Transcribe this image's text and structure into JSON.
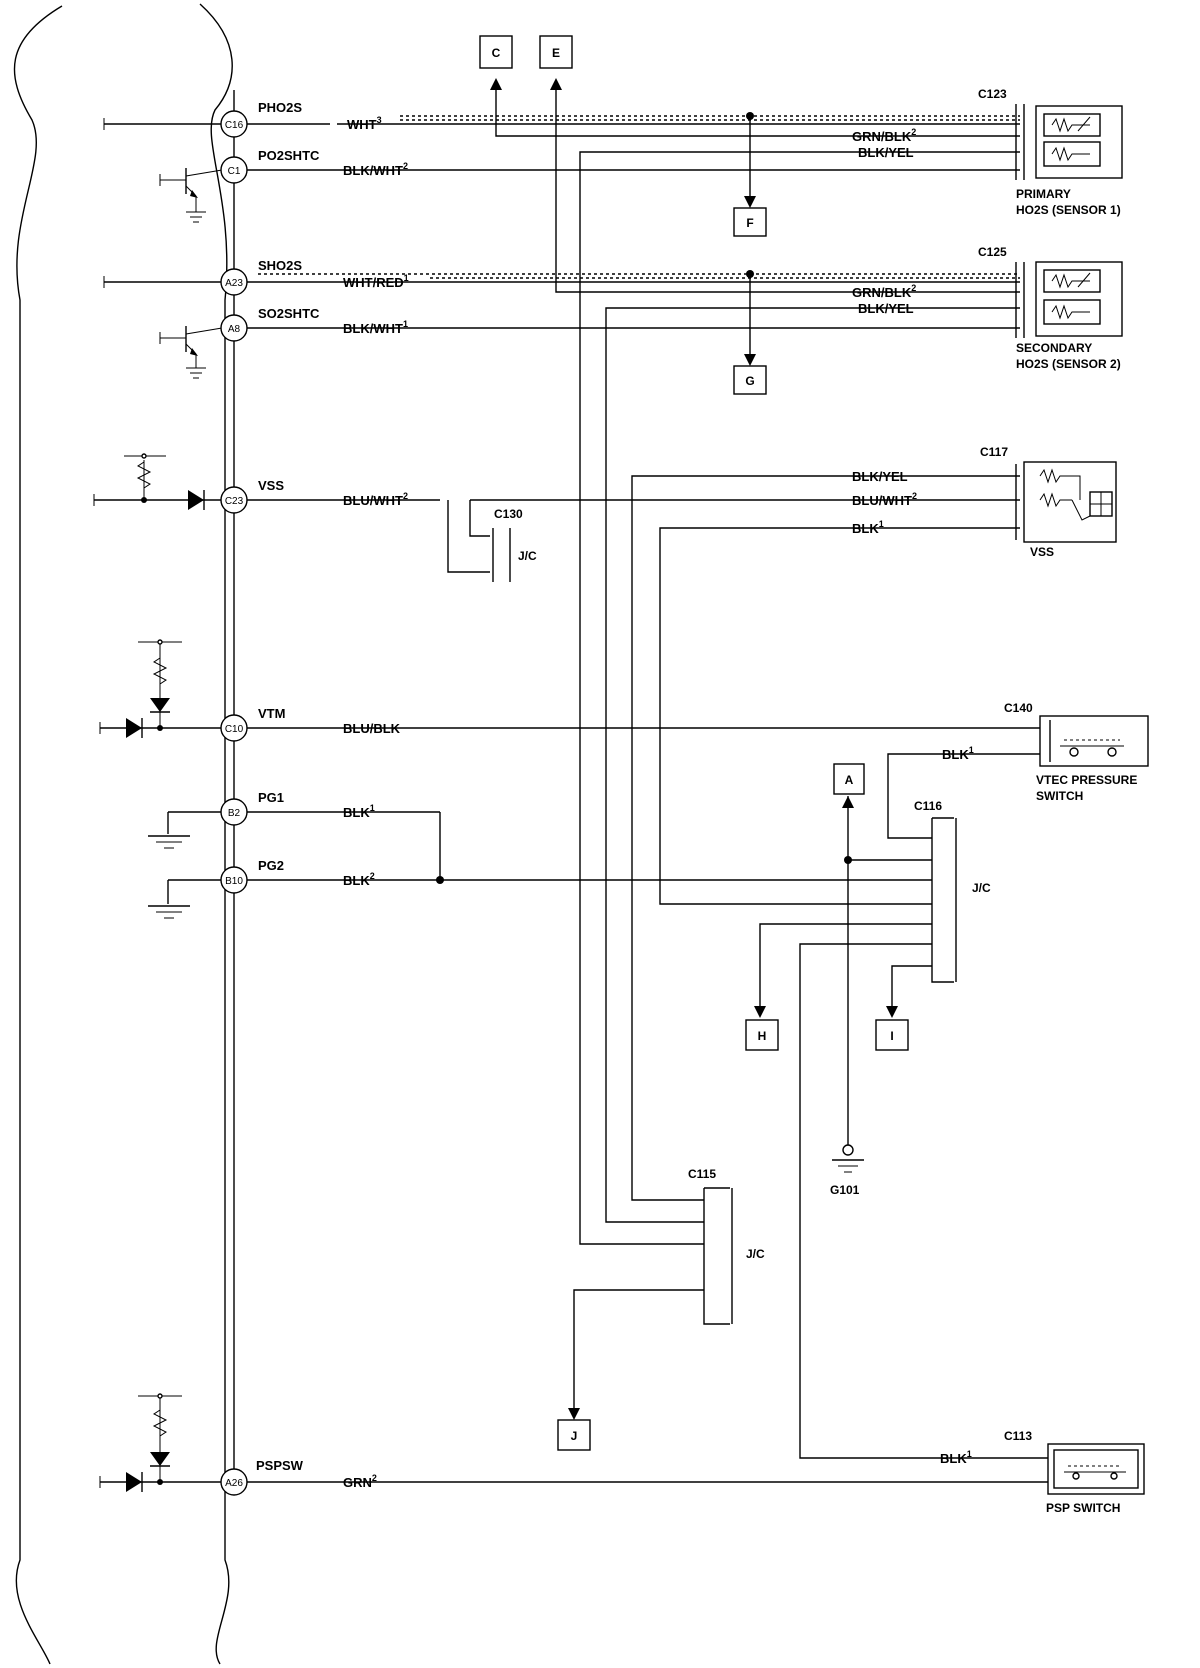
{
  "pins": [
    {
      "id": "C16",
      "name": "PHO2S"
    },
    {
      "id": "C1",
      "name": "PO2SHTC"
    },
    {
      "id": "A23",
      "name": "SHO2S"
    },
    {
      "id": "A8",
      "name": "SO2SHTC"
    },
    {
      "id": "C23",
      "name": "VSS"
    },
    {
      "id": "C10",
      "name": "VTM"
    },
    {
      "id": "B2",
      "name": "PG1"
    },
    {
      "id": "B10",
      "name": "PG2"
    },
    {
      "id": "A26",
      "name": "PSPSW"
    }
  ],
  "wires": {
    "wht3": "WHT",
    "wht3_sup": "3",
    "blk_wht2_main": "BLK/WHT",
    "blk_wht2_main_sup": "2",
    "wht_red1": "WHT/RED",
    "wht_red1_sup": "1",
    "blk_wht1": "BLK/WHT",
    "blk_wht1_sup": "1",
    "blu_wht2_main": "BLU/WHT",
    "blu_wht2_main_sup": "2",
    "blu_blk": "BLU/BLK",
    "blk1_pg1": "BLK",
    "blk1_pg1_sup": "1",
    "blk2_pg2": "BLK",
    "blk2_pg2_sup": "2",
    "grn2": "GRN",
    "grn2_sup": "2",
    "grn_blk2_a": "GRN/BLK",
    "grn_blk2_a_sup": "2",
    "blk_yel_a": "BLK/YEL",
    "grn_blk2_b": "GRN/BLK",
    "grn_blk2_b_sup": "2",
    "blk_yel_b": "BLK/YEL",
    "blk_yel_c": "BLK/YEL",
    "blu_wht2_c": "BLU/WHT",
    "blu_wht2_c_sup": "2",
    "blk1_c": "BLK",
    "blk1_c_sup": "1",
    "blk1_vtec": "BLK",
    "blk1_vtec_sup": "1",
    "blk1_psp": "BLK",
    "blk1_psp_sup": "1"
  },
  "connectors": {
    "c123": "C123",
    "c125": "C125",
    "c117": "C117",
    "c140": "C140",
    "c130": "C130",
    "c116": "C116",
    "c115": "C115",
    "c113": "C113",
    "jc": "J/C",
    "g101": "G101"
  },
  "components": {
    "primary_1": "PRIMARY",
    "primary_2": "HO2S (SENSOR 1)",
    "secondary_1": "SECONDARY",
    "secondary_2": "HO2S (SENSOR 2)",
    "vss": "VSS",
    "vtec_1": "VTEC PRESSURE",
    "vtec_2": "SWITCH",
    "psp": "PSP SWITCH"
  },
  "refs": {
    "c": "C",
    "e": "E",
    "f": "F",
    "g": "G",
    "a": "A",
    "h": "H",
    "i": "I",
    "j": "J"
  }
}
